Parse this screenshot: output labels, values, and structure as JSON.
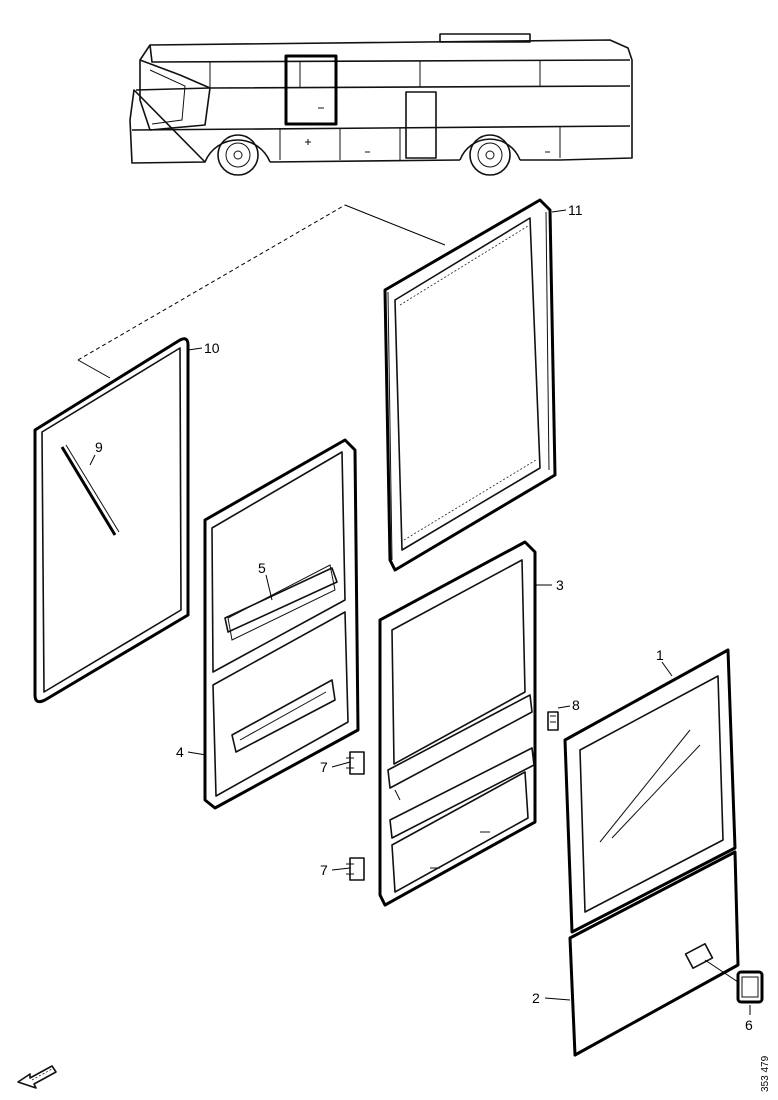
{
  "callouts": {
    "c1": "1",
    "c2": "2",
    "c3": "3",
    "c4": "4",
    "c5": "5",
    "c6": "6",
    "c7a": "7",
    "c7b": "7",
    "c8": "8",
    "c9": "9",
    "c10": "10",
    "c11": "11"
  },
  "reference_code": "353 479",
  "icons": {
    "direction_arrow": "forward-arrow-icon"
  }
}
